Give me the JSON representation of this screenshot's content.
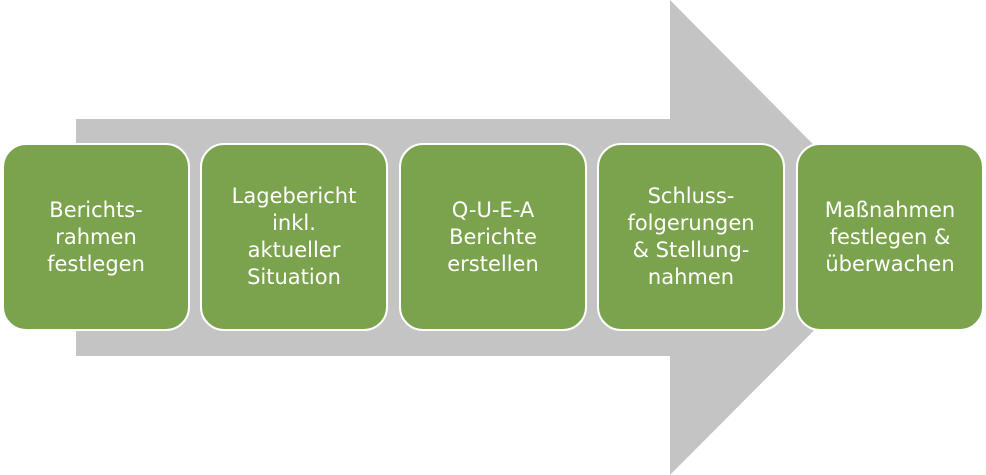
{
  "colors": {
    "arrow": "#c4c4c4",
    "step_fill": "#7ba34d",
    "step_border": "#ffffff",
    "text": "#ffffff"
  },
  "steps": [
    {
      "label": "Berichts-\nrahmen\nfestlegen"
    },
    {
      "label": "Lagebericht\ninkl.\naktueller\nSituation"
    },
    {
      "label": "Q-U-E-A\nBerichte\nerstellen"
    },
    {
      "label": "Schluss-\nfolgerungen\n& Stellung-\nnahmen"
    },
    {
      "label": "Maßnahmen\nfestlegen &\nüberwachen"
    }
  ]
}
